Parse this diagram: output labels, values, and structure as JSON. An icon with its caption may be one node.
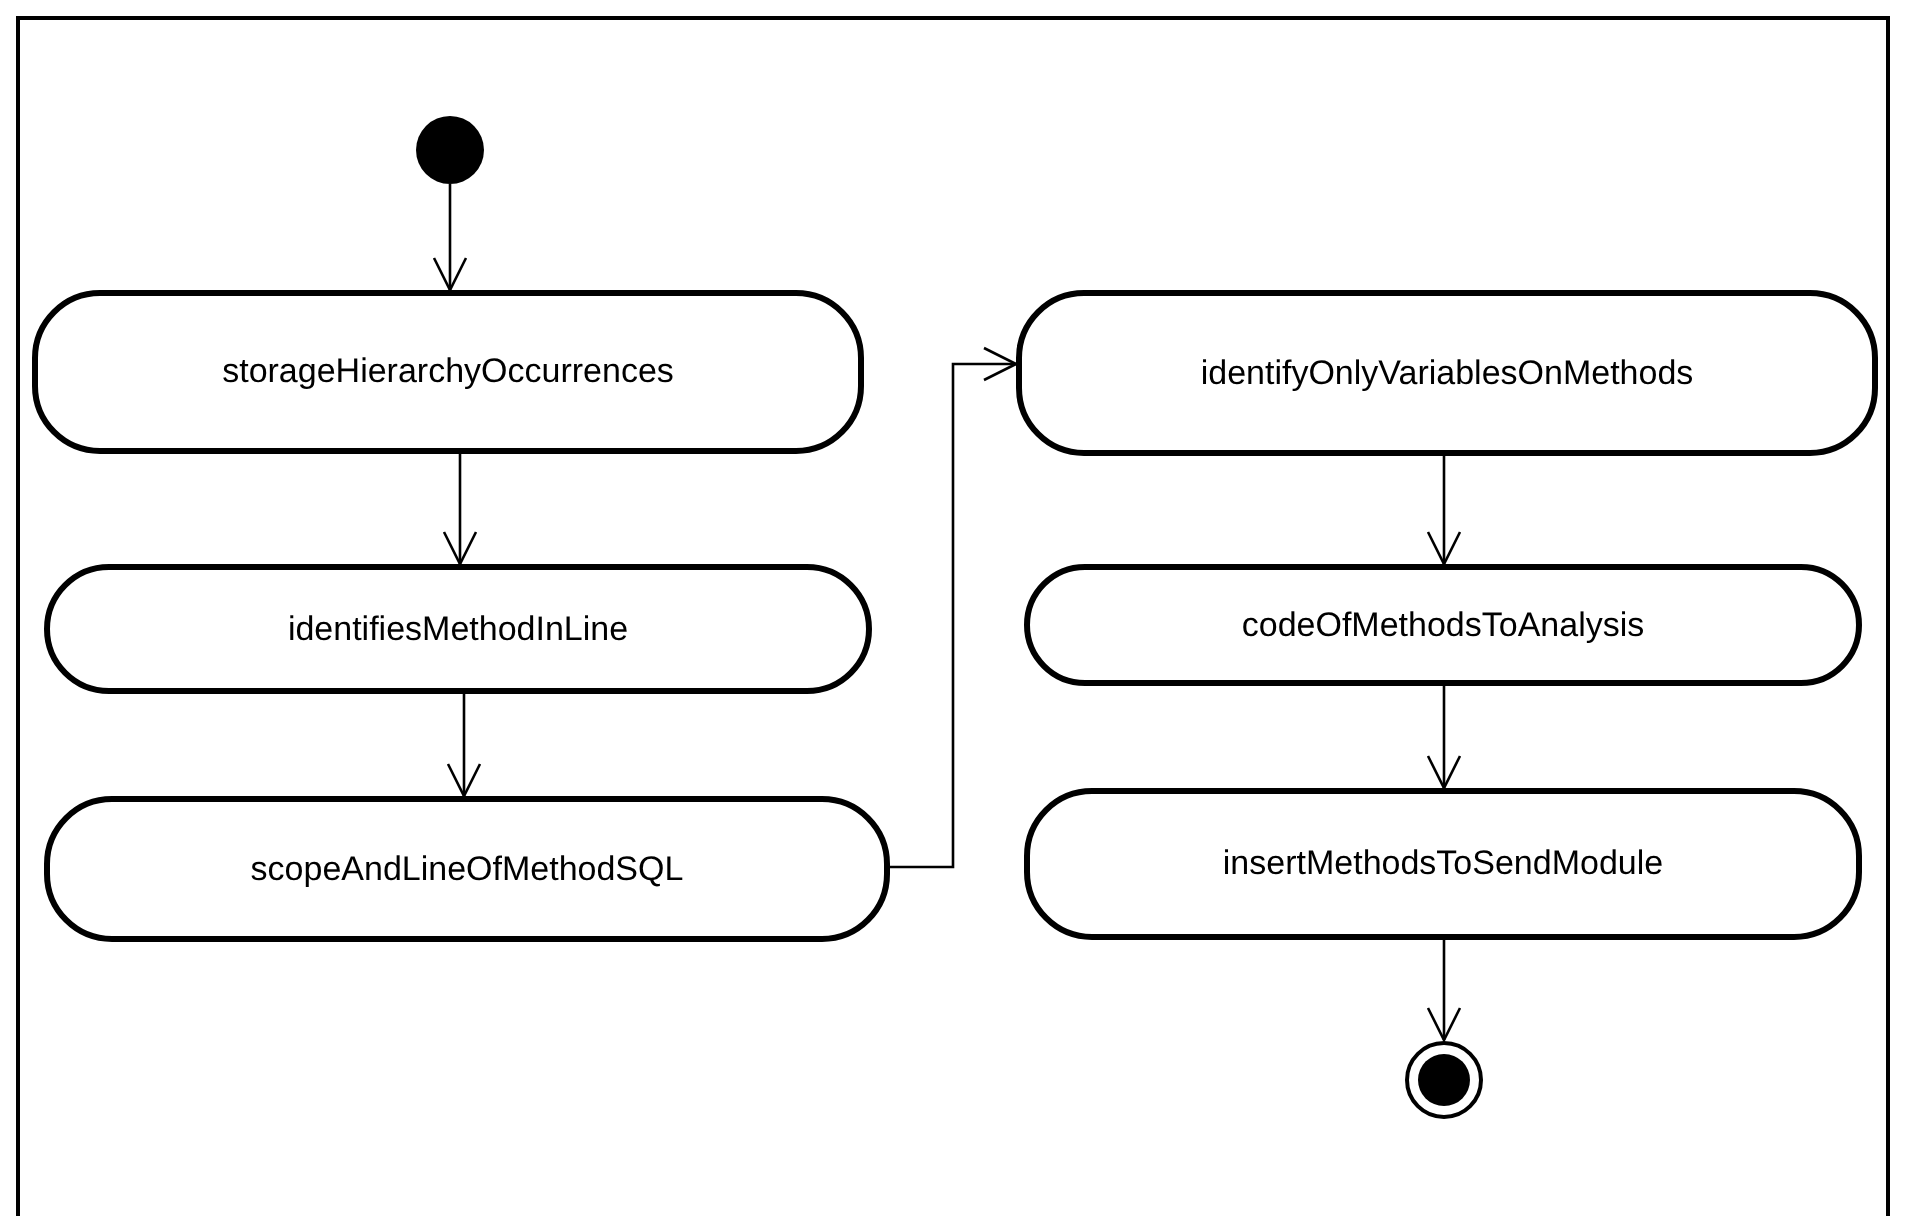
{
  "diagram": {
    "nodes": [
      {
        "text": [],
        "shape": "circle"
      },
      {
        "text": [
          "storageHierarchyOccurrences"
        ]
      },
      {
        "text": [
          "identifiesMethodInLine"
        ]
      },
      {
        "text": [
          "scopeAndLineOfMethodSQL"
        ]
      },
      {
        "text": [
          "identifyOnlyVariablesOnMethods"
        ]
      },
      {
        "text": [
          "codeOfMethodsToAnalysis"
        ]
      },
      {
        "text": [
          "insertMethodsToSendModule"
        ]
      },
      {
        "text": [],
        "shape": "circle"
      }
    ],
    "edges": [
      {
        "from": 0,
        "to": 1,
        "arrow": "to"
      },
      {
        "from": 1,
        "to": 2,
        "arrow": "to"
      },
      {
        "from": 2,
        "to": 3,
        "arrow": "to"
      },
      {
        "from": 3,
        "to": 4,
        "arrow": "to"
      },
      {
        "from": 4,
        "to": 5,
        "arrow": "to"
      },
      {
        "from": 5,
        "to": 6,
        "arrow": "to"
      },
      {
        "from": 6,
        "to": 7,
        "arrow": "to"
      }
    ]
  }
}
